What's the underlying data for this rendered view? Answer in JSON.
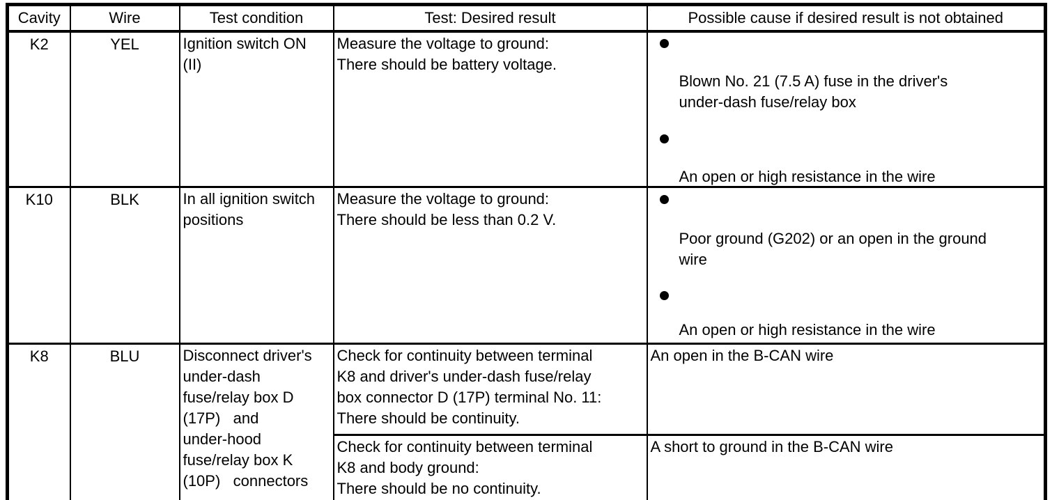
{
  "colors": {
    "border": "#000000",
    "background": "#ffffff",
    "text": "#000000"
  },
  "icons": {
    "bullet": "filled-circle"
  },
  "table": {
    "headers": {
      "cavity": "Cavity",
      "wire": "Wire",
      "condition": "Test condition",
      "test": "Test: Desired result",
      "cause": "Possible cause if desired result is not obtained"
    },
    "rows": [
      {
        "cavity": "K2",
        "wire": "YEL",
        "condition": "Ignition switch ON\n(II)",
        "test": "Measure the voltage to ground:\nThere should be battery voltage.",
        "causes": [
          "Blown No. 21 (7.5 A) fuse in the driver's\nunder-dash fuse/relay box",
          "An open or high resistance in the wire"
        ]
      },
      {
        "cavity": "K10",
        "wire": "BLK",
        "condition": "In all ignition switch\npositions",
        "test": "Measure the voltage to ground:\nThere should be less than 0.2 V.",
        "causes": [
          "Poor ground (G202) or an open in the ground\nwire",
          "An open or high resistance in the wire"
        ]
      },
      {
        "cavity": "K8",
        "wire": "BLU",
        "condition": "Disconnect driver's\nunder-dash\nfuse/relay box D\n(17P)   and\nunder-hood\nfuse/relay box K\n(10P)   connectors",
        "subrows": [
          {
            "test": "Check for continuity between terminal\nK8 and driver's under-dash fuse/relay\nbox connector D (17P) terminal No. 11:\nThere should be continuity.",
            "cause": "An open in the B-CAN wire"
          },
          {
            "test": "Check for continuity between terminal\nK8 and body ground:\nThere should be no continuity.",
            "cause": "A short to ground in the B-CAN wire"
          }
        ]
      }
    ]
  }
}
